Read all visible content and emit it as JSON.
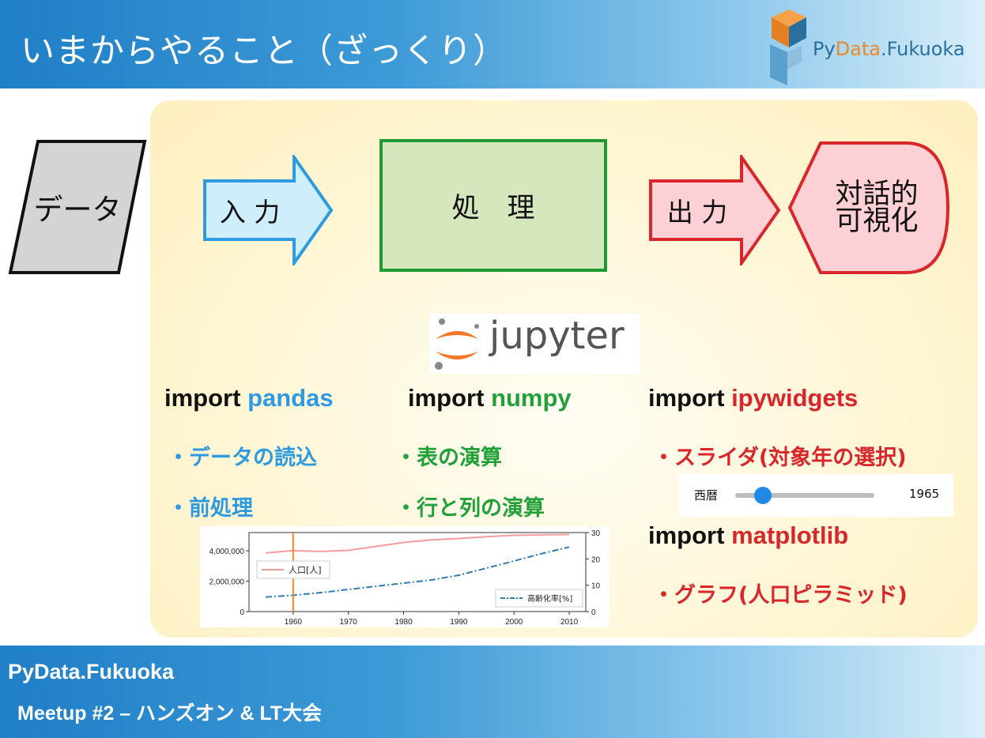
{
  "header": {
    "title": "いまからやること（ざっくり）",
    "logo_prefix": "Py",
    "logo_highlight": "Data",
    "logo_suffix": ".Fukuoka"
  },
  "flow": {
    "data": "データ",
    "input": "入 力",
    "process": "処　理",
    "output": "出 力",
    "visual_line1": "対話的",
    "visual_line2": "可視化"
  },
  "jupyter": {
    "label": "jupyter"
  },
  "columns": [
    {
      "import_kw": "import",
      "module": "pandas",
      "bullets": [
        "・データの読込",
        "・前処理"
      ]
    },
    {
      "import_kw": "import",
      "module": "numpy",
      "bullets": [
        "・表の演算",
        "・行と列の演算"
      ]
    },
    {
      "import_kw": "import",
      "module": "ipywidgets",
      "bullets": [
        "・スライダ(対象年の選択)"
      ]
    },
    {
      "import_kw": "import",
      "module": "matplotlib",
      "bullets": [
        "・グラフ(人口ピラミッド)"
      ]
    }
  ],
  "slider": {
    "label": "西暦",
    "value": "1965",
    "fraction": 0.2
  },
  "chart_data": {
    "type": "line",
    "x": [
      1955,
      1960,
      1965,
      1970,
      1975,
      1980,
      1985,
      1990,
      1995,
      2000,
      2005,
      2010
    ],
    "series": [
      {
        "name": "人口[人]",
        "axis": "left",
        "values": [
          3860000,
          4010000,
          3960000,
          4030000,
          4290000,
          4550000,
          4720000,
          4810000,
          4930000,
          5020000,
          5050000,
          5070000
        ]
      },
      {
        "name": "高齢化率[%]",
        "axis": "right",
        "values": [
          5.5,
          6.2,
          7.2,
          8.4,
          9.6,
          10.8,
          12.0,
          13.8,
          16.5,
          19.2,
          22.0,
          24.5
        ]
      }
    ],
    "xticks": [
      "1960",
      "1970",
      "1980",
      "1990",
      "2000",
      "2010"
    ],
    "yticks_left": [
      "0",
      "2,000,000",
      "4,000,000"
    ],
    "yticks_right": [
      "0",
      "10",
      "20",
      "30"
    ],
    "xlim": [
      1952,
      2013
    ],
    "ylim_left": [
      0,
      5200000
    ],
    "ylim_right": [
      0,
      30
    ],
    "marker_year": 1960,
    "colors": {
      "population": "#f79a9e",
      "aging": "#2f7bb8",
      "marker": "#f08a2a"
    }
  },
  "footer": {
    "org": "PyData.Fukuoka",
    "event": "Meetup #2 – ハンズオン & LT大会"
  }
}
